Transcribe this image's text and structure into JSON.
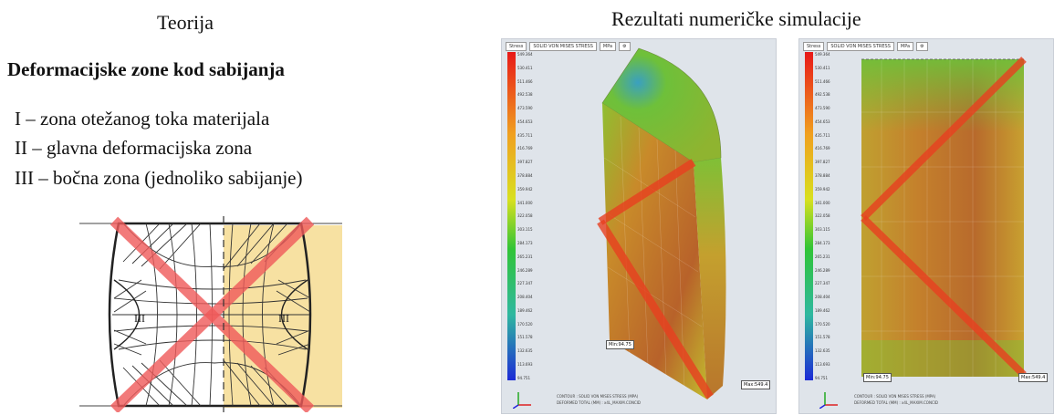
{
  "left": {
    "heading": "Teorija",
    "subheading": "Deformacijske zone kod sabijanja",
    "zones": [
      "I – zona otežanog toka materijala",
      "II – glavna deformacijska zona",
      "III – bočna zona (jednoliko sabijanje)"
    ],
    "diagram_labels": [
      "III",
      "III"
    ]
  },
  "right": {
    "heading": "Rezultati numeričke simulacije",
    "toolbar": [
      "Stress",
      "SOLID VON MISES STRESS",
      "MPa"
    ],
    "scale_values": [
      "549.364",
      "530.411",
      "511.466",
      "492.538",
      "473.590",
      "454.653",
      "435.711",
      "416.769",
      "397.827",
      "378.884",
      "359.942",
      "341.000",
      "322.058",
      "303.115",
      "284.173",
      "265.231",
      "246.289",
      "227.347",
      "208.404",
      "189.462",
      "170.520",
      "151.578",
      "132.635",
      "113.693",
      "94.751"
    ],
    "sim1": {
      "min_flag": "Min:94.75",
      "max_flag": "Max:549.4"
    },
    "sim2": {
      "min_flag": "Min:94.75",
      "max_flag": "Max:549.4"
    },
    "footer_lines": [
      "CONTOUR : SOLID VON MISES STRESS (MPA)",
      "DEFORMED TOTAL (MM) : x4L_MAXIM.CONCID"
    ]
  },
  "colors": {
    "scale_top": "#e81818",
    "scale_mid": "#31c437",
    "scale_bottom": "#1c2ad6",
    "highlight_band": "#f05a5a",
    "yellow_band": "#f6dc92"
  }
}
